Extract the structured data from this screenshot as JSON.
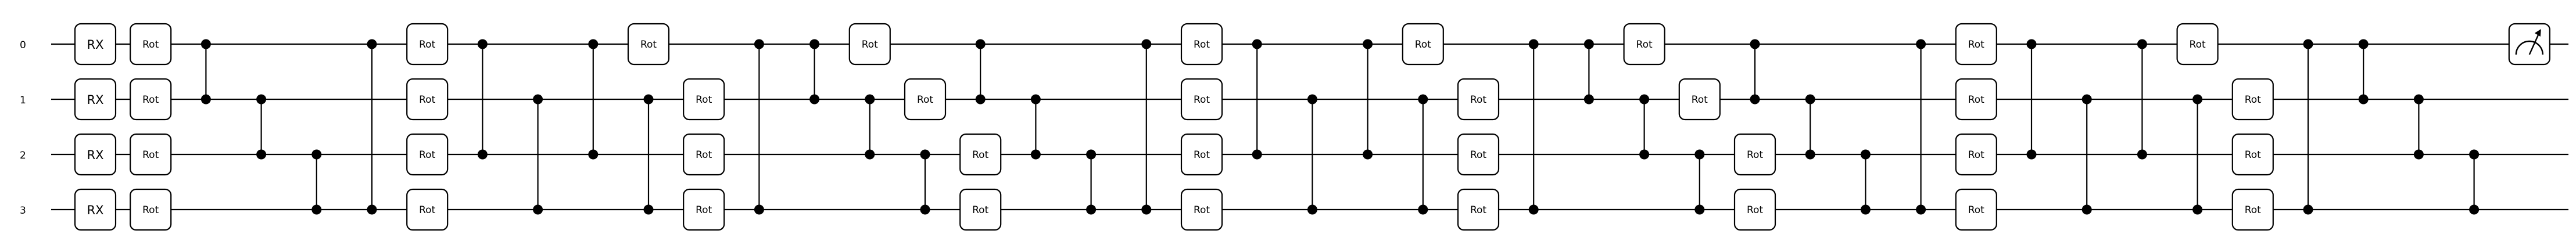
{
  "wires": [
    {
      "label": "0"
    },
    {
      "label": "1"
    },
    {
      "label": "2"
    },
    {
      "label": "3"
    }
  ],
  "gate_labels": {
    "rx": "RX",
    "rot": "Rot"
  },
  "icons": {
    "measure": "measure-meter-icon"
  },
  "colors": {
    "line": "#000000",
    "box_fill": "#ffffff",
    "background": "#ffffff"
  },
  "ops": [
    {
      "col": 0,
      "type": "rx",
      "wires": [
        0
      ]
    },
    {
      "col": 0,
      "type": "rx",
      "wires": [
        1
      ]
    },
    {
      "col": 0,
      "type": "rx",
      "wires": [
        2
      ]
    },
    {
      "col": 0,
      "type": "rx",
      "wires": [
        3
      ]
    },
    {
      "col": 1,
      "type": "rot",
      "wires": [
        0
      ]
    },
    {
      "col": 1,
      "type": "rot",
      "wires": [
        1
      ]
    },
    {
      "col": 1,
      "type": "rot",
      "wires": [
        2
      ]
    },
    {
      "col": 1,
      "type": "rot",
      "wires": [
        3
      ]
    },
    {
      "col": 2,
      "type": "cz",
      "wires": [
        0,
        1
      ]
    },
    {
      "col": 3,
      "type": "cz",
      "wires": [
        1,
        2
      ]
    },
    {
      "col": 4,
      "type": "cz",
      "wires": [
        2,
        3
      ]
    },
    {
      "col": 5,
      "type": "cz",
      "wires": [
        0,
        3
      ]
    },
    {
      "col": 6,
      "type": "rot",
      "wires": [
        0
      ]
    },
    {
      "col": 6,
      "type": "rot",
      "wires": [
        1
      ]
    },
    {
      "col": 6,
      "type": "rot",
      "wires": [
        2
      ]
    },
    {
      "col": 6,
      "type": "rot",
      "wires": [
        3
      ]
    },
    {
      "col": 7,
      "type": "cz",
      "wires": [
        0,
        2
      ]
    },
    {
      "col": 8,
      "type": "cz",
      "wires": [
        1,
        3
      ]
    },
    {
      "col": 9,
      "type": "cz",
      "wires": [
        0,
        2
      ]
    },
    {
      "col": 10,
      "type": "rot",
      "wires": [
        0
      ]
    },
    {
      "col": 10,
      "type": "cz",
      "wires": [
        1,
        3
      ]
    },
    {
      "col": 11,
      "type": "rot",
      "wires": [
        1
      ]
    },
    {
      "col": 11,
      "type": "rot",
      "wires": [
        2
      ]
    },
    {
      "col": 11,
      "type": "rot",
      "wires": [
        3
      ]
    },
    {
      "col": 12,
      "type": "cz",
      "wires": [
        0,
        3
      ]
    },
    {
      "col": 13,
      "type": "cz",
      "wires": [
        0,
        1
      ]
    },
    {
      "col": 14,
      "type": "rot",
      "wires": [
        0
      ]
    },
    {
      "col": 14,
      "type": "cz",
      "wires": [
        1,
        2
      ]
    },
    {
      "col": 15,
      "type": "rot",
      "wires": [
        1
      ]
    },
    {
      "col": 15,
      "type": "cz",
      "wires": [
        2,
        3
      ]
    },
    {
      "col": 16,
      "type": "cz",
      "wires": [
        0,
        1
      ]
    },
    {
      "col": 16,
      "type": "rot",
      "wires": [
        2
      ]
    },
    {
      "col": 16,
      "type": "rot",
      "wires": [
        3
      ]
    },
    {
      "col": 17,
      "type": "cz",
      "wires": [
        1,
        2
      ]
    },
    {
      "col": 18,
      "type": "cz",
      "wires": [
        2,
        3
      ]
    },
    {
      "col": 19,
      "type": "cz",
      "wires": [
        0,
        3
      ]
    },
    {
      "col": 20,
      "type": "rot",
      "wires": [
        0
      ]
    },
    {
      "col": 20,
      "type": "rot",
      "wires": [
        1
      ]
    },
    {
      "col": 20,
      "type": "rot",
      "wires": [
        2
      ]
    },
    {
      "col": 20,
      "type": "rot",
      "wires": [
        3
      ]
    },
    {
      "col": 21,
      "type": "cz",
      "wires": [
        0,
        2
      ]
    },
    {
      "col": 22,
      "type": "cz",
      "wires": [
        1,
        3
      ]
    },
    {
      "col": 23,
      "type": "cz",
      "wires": [
        0,
        2
      ]
    },
    {
      "col": 24,
      "type": "rot",
      "wires": [
        0
      ]
    },
    {
      "col": 24,
      "type": "cz",
      "wires": [
        1,
        3
      ]
    },
    {
      "col": 25,
      "type": "rot",
      "wires": [
        1
      ]
    },
    {
      "col": 25,
      "type": "rot",
      "wires": [
        2
      ]
    },
    {
      "col": 25,
      "type": "rot",
      "wires": [
        3
      ]
    },
    {
      "col": 26,
      "type": "cz",
      "wires": [
        0,
        3
      ]
    },
    {
      "col": 27,
      "type": "cz",
      "wires": [
        0,
        1
      ]
    },
    {
      "col": 28,
      "type": "rot",
      "wires": [
        0
      ]
    },
    {
      "col": 28,
      "type": "cz",
      "wires": [
        1,
        2
      ]
    },
    {
      "col": 29,
      "type": "rot",
      "wires": [
        1
      ]
    },
    {
      "col": 29,
      "type": "cz",
      "wires": [
        2,
        3
      ]
    },
    {
      "col": 30,
      "type": "cz",
      "wires": [
        0,
        1
      ]
    },
    {
      "col": 30,
      "type": "rot",
      "wires": [
        2
      ]
    },
    {
      "col": 30,
      "type": "rot",
      "wires": [
        3
      ]
    },
    {
      "col": 31,
      "type": "cz",
      "wires": [
        1,
        2
      ]
    },
    {
      "col": 32,
      "type": "cz",
      "wires": [
        2,
        3
      ]
    },
    {
      "col": 33,
      "type": "cz",
      "wires": [
        0,
        3
      ]
    },
    {
      "col": 34,
      "type": "rot",
      "wires": [
        0
      ]
    },
    {
      "col": 34,
      "type": "rot",
      "wires": [
        1
      ]
    },
    {
      "col": 34,
      "type": "rot",
      "wires": [
        2
      ]
    },
    {
      "col": 34,
      "type": "rot",
      "wires": [
        3
      ]
    },
    {
      "col": 35,
      "type": "cz",
      "wires": [
        0,
        2
      ]
    },
    {
      "col": 36,
      "type": "cz",
      "wires": [
        1,
        3
      ]
    },
    {
      "col": 37,
      "type": "cz",
      "wires": [
        0,
        2
      ]
    },
    {
      "col": 38,
      "type": "rot",
      "wires": [
        0
      ]
    },
    {
      "col": 38,
      "type": "cz",
      "wires": [
        1,
        3
      ]
    },
    {
      "col": 39,
      "type": "rot",
      "wires": [
        1
      ]
    },
    {
      "col": 39,
      "type": "rot",
      "wires": [
        2
      ]
    },
    {
      "col": 39,
      "type": "rot",
      "wires": [
        3
      ]
    },
    {
      "col": 40,
      "type": "cz",
      "wires": [
        0,
        3
      ]
    },
    {
      "col": 41,
      "type": "cz",
      "wires": [
        0,
        1
      ]
    },
    {
      "col": 42,
      "type": "cz",
      "wires": [
        1,
        2
      ]
    },
    {
      "col": 43,
      "type": "cz",
      "wires": [
        2,
        3
      ]
    },
    {
      "col": 44,
      "type": "measure",
      "wires": [
        0
      ]
    }
  ]
}
